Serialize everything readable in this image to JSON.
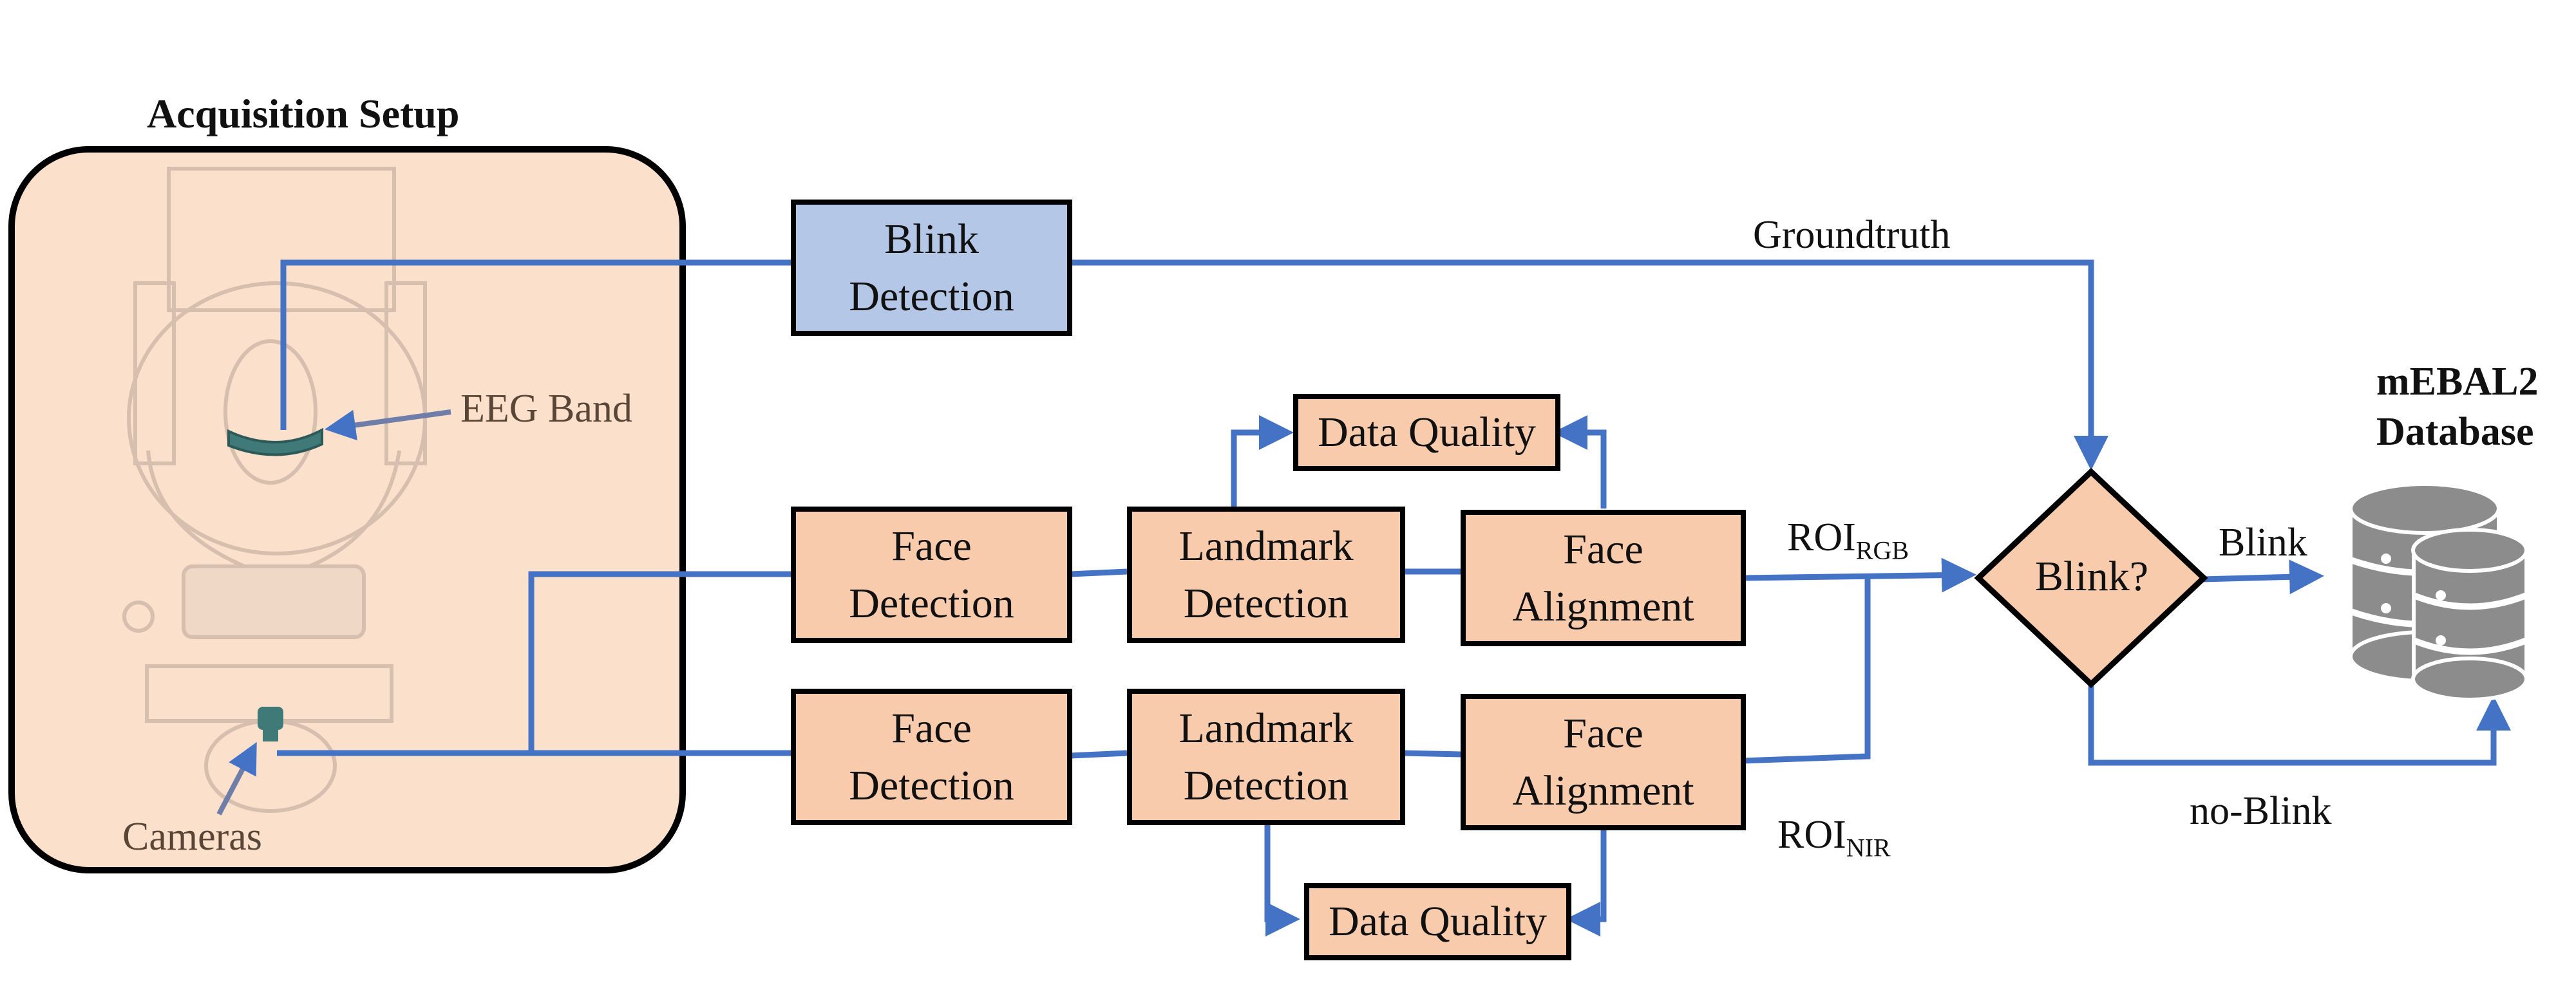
{
  "setup": {
    "title": "Acquisition Setup",
    "eeg_label": "EEG Band",
    "cameras_label": "Cameras"
  },
  "boxes": {
    "blink_detection": [
      "Blink",
      "Detection"
    ],
    "face_detection_rgb": [
      "Face",
      "Detection"
    ],
    "landmark_detection_rgb": [
      "Landmark",
      "Detection"
    ],
    "face_alignment_rgb": [
      "Face",
      "Alignment"
    ],
    "face_detection_nir": [
      "Face",
      "Detection"
    ],
    "landmark_detection_nir": [
      "Landmark",
      "Detection"
    ],
    "face_alignment_nir": [
      "Face",
      "Alignment"
    ],
    "data_quality_top": "Data Quality",
    "data_quality_bottom": "Data Quality",
    "decision": "Blink?"
  },
  "edge_labels": {
    "groundtruth": "Groundtruth",
    "roi": "ROI",
    "roi_rgb_sub": "RGB",
    "roi_nir_sub": "NIR",
    "blink": "Blink",
    "no_blink": "no-Blink"
  },
  "database": {
    "line1": "mEBAL2",
    "line2": "Database"
  },
  "colors": {
    "arrow": "#4472c4",
    "peach": "#f8cbad",
    "blue_box": "#b4c7e7",
    "db_gray": "#8c8c8c"
  }
}
